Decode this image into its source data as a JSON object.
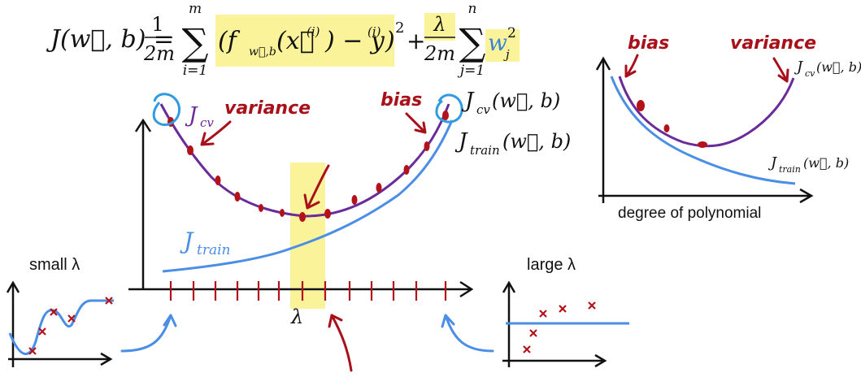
{
  "colors": {
    "ink": "#111111",
    "highlight": "#fbf39a",
    "cv_curve": "#6a2a9a",
    "train_curve": "#4a8ee6",
    "red_marker": "#b3121b",
    "annotation_red": "#a8101a"
  },
  "formula": {
    "lhs": "J(w⃗, b) =",
    "frac1_num": "1",
    "frac1_den": "2m",
    "sum1_top": "m",
    "sum1_bottom": "i=1",
    "term1": "(f",
    "term1_sub": "w⃗,b",
    "term1_rest": "(x⃗",
    "term1_sup_i": "(i)",
    "term1_rest2": ") − y",
    "term1_sup_i2": "(i)",
    "term1_close": ")",
    "term1_sq": "2",
    "plus": "+",
    "frac2_num": "λ",
    "frac2_den": "2m",
    "sum2_top": "n",
    "sum2_bottom": "j=1",
    "w": "w",
    "w_sub": "j",
    "w_sq": "2"
  },
  "main_plot": {
    "label_jcv_left": "J",
    "label_jcv_left_sub": "cv",
    "label_variance": "variance",
    "label_bias": "bias",
    "label_jcv_right": "J",
    "label_jcv_right_sub": "cv",
    "label_jcv_right_args": "(w⃗, b)",
    "label_jtrain_right": "J",
    "label_jtrain_right_sub": "train",
    "label_jtrain_right_args": "(w⃗, b)",
    "label_jtrain_curve": "J",
    "label_jtrain_curve_sub": "train",
    "xlabel": "λ"
  },
  "small_plot": {
    "title": "small λ"
  },
  "large_plot": {
    "title": "large λ"
  },
  "poly_plot": {
    "label_bias": "bias",
    "label_variance": "variance",
    "label_jcv": "J",
    "label_jcv_sub": "cv",
    "label_jcv_args": "(w⃗, b)",
    "label_jtrain": "J",
    "label_jtrain_sub": "train",
    "label_jtrain_args": "(w⃗, b)",
    "xlabel": "degree of polynomial"
  }
}
